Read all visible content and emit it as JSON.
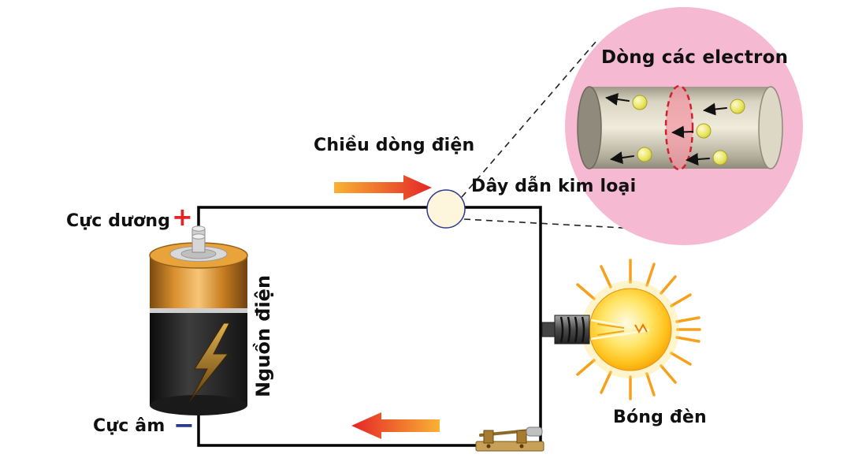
{
  "figure": {
    "type": "physics-circuit-diagram",
    "language": "vi"
  },
  "labels": {
    "inset_title": "Dòng các electron",
    "current_direction": "Chiều dòng điện",
    "metal_wire": "Dây dẫn kim loại",
    "positive_terminal": "Cực dương",
    "positive_sign": "+",
    "negative_terminal": "Cực âm",
    "negative_sign": "−",
    "power_source": "Nguồn điện",
    "light_bulb": "Bóng đèn"
  },
  "colors": {
    "inset_background": "#f5bad2",
    "arrow_gradient_start": "#f9b233",
    "arrow_gradient_end": "#e42527",
    "positive_sign_color": "#e42527",
    "negative_sign_color": "#2b3990",
    "battery_copper": "#e8a23c",
    "battery_body": "#1c1c1c",
    "electron_fill": "#f0eb86",
    "cross_section_outline": "#cf2030",
    "bulb_glow": "#ffd23c",
    "wire_color": "#000000"
  }
}
